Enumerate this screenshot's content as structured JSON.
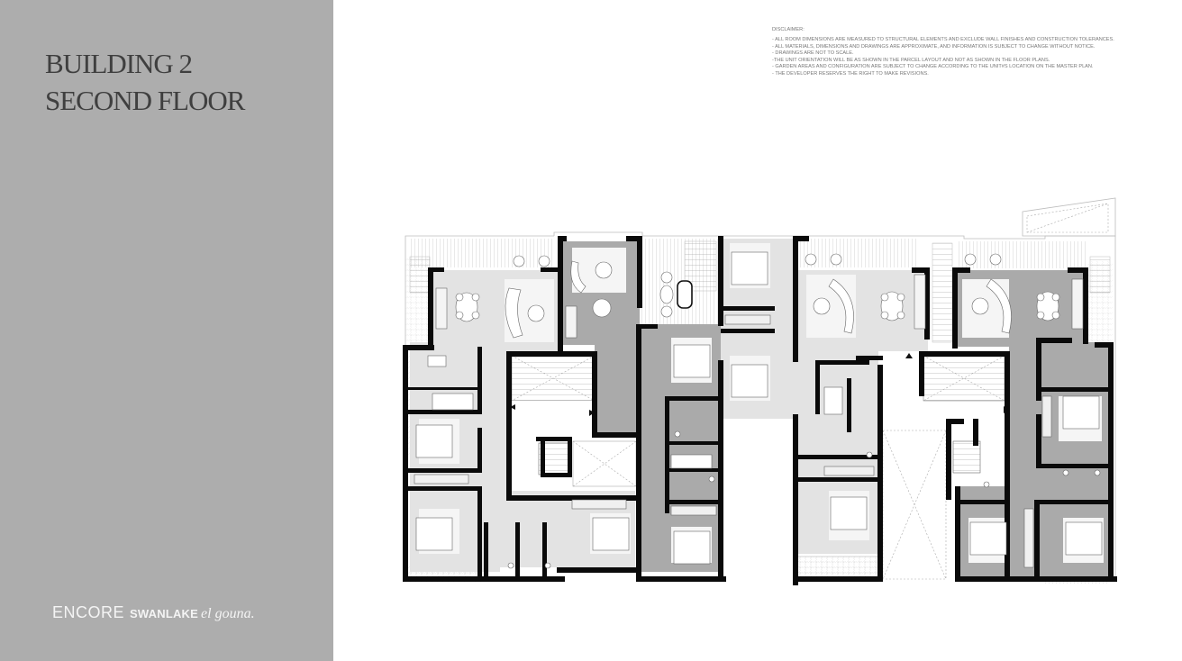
{
  "sidebar": {
    "title_line1": "BUILDING 2",
    "title_line2": "SECOND FLOOR",
    "background_color": "#adadad",
    "logo": {
      "brand": "ENCORE",
      "project": "SWANLAKE",
      "location": "el gouna."
    }
  },
  "disclaimer": {
    "heading": "DISCLAIMER:",
    "items": [
      "- ALL ROOM DIMENSIONS ARE MEASURED TO STRUCTURAL ELEMENTS AND EXCLUDE WALL FINISHES AND CONSTRUCTION TOLERANCES.",
      "- ALL MATERIALS, DIMENSIONS AND DRAWINGS ARE APPROXIMATE, AND INFORMATION IS SUBJECT TO CHANGE WITHOUT NOTICE.",
      "- DRAWINGS ARE NOT TO SCALE.",
      "-THE UNIT ORIENTATION WILL BE AS SHOWN IN THE PARCEL LAYOUT AND NOT AS SHOWN IN THE FLOOR PLANS.",
      "- GARDEN AREAS AND CONFIGURATION ARE SUBJECT TO CHANGE ACCORDING TO THE UNIT#S LOCATION ON THE MASTER PLAN.",
      "- THE DEVELOPER RESERVES THE RIGHT TO MAKE REVISIONS."
    ]
  },
  "floor_plan": {
    "description": "Architectural floor plan, Building 2 second floor, multiple apartment units with two stair cores",
    "colors": {
      "wall": "#0a0a0a",
      "unit_light": "#e4e4e4",
      "unit_dark": "#a9a9a9",
      "terrace": "#f2f2f2",
      "line": "#555555"
    },
    "units": [
      {
        "name": "unit-a",
        "fill": "light"
      },
      {
        "name": "unit-b",
        "fill": "dark"
      },
      {
        "name": "unit-c",
        "fill": "light"
      },
      {
        "name": "unit-d",
        "fill": "dark"
      }
    ]
  }
}
